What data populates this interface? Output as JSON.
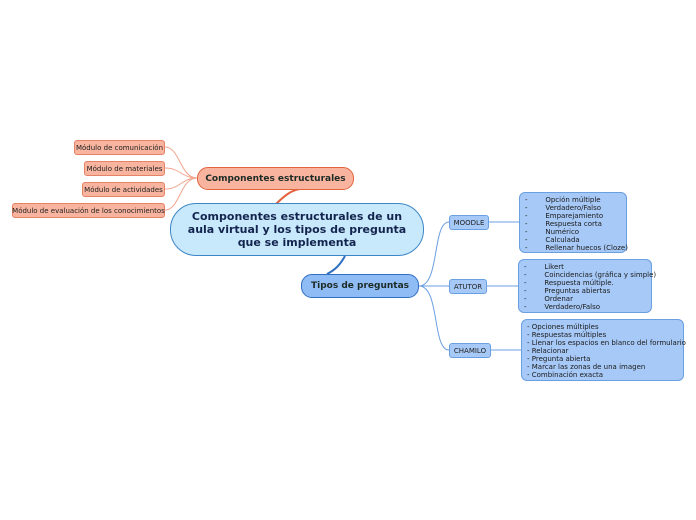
{
  "central_topic": "Componentes estructurales de un aula virtual y los tipos de pregunta que se implementa",
  "branches": {
    "componentes": {
      "label": "Componentes estructurales",
      "children": [
        "Módulo de comunicación",
        "Módulo de materiales",
        "Módulo de actividades",
        "Módulo de evaluación de los conocimientos"
      ]
    },
    "tipos": {
      "label": "Tipos de preguntas",
      "subtopics": [
        {
          "label": "MOODLE",
          "items": [
            "-        Opción múltiple",
            "-        Verdadero/Falso",
            "-        Emparejamiento",
            "-        Respuesta corta",
            "-        Numérico",
            "-        Calculada",
            "-        Rellenar huecos (Cloze)"
          ]
        },
        {
          "label": "ATUTOR",
          "items": [
            "-        Likert",
            "-        Coincidencias (gráfica y simple)",
            "-        Respuesta múltiple.",
            "-        Preguntas abiertas",
            "-        Ordenar",
            "-        Verdadero/Falso"
          ]
        },
        {
          "label": "CHAMILO",
          "items": [
            "- Opciones múltiples",
            "- Respuestas múltiples",
            "- Llenar los espacios en blanco del formulario",
            "- Relacionar",
            "- Pregunta abierta",
            "- Marcar las zonas de una imagen",
            "- Combinación exacta"
          ]
        }
      ]
    }
  },
  "colors": {
    "central_fill": "#c8e9fb",
    "central_border": "#3d86c6",
    "red_fill": "#f8b49e",
    "red_border": "#e2633d",
    "blue_fill": "#8fbcf5",
    "blue_border": "#2f6fc2",
    "detail_fill": "#a7c9f7"
  }
}
